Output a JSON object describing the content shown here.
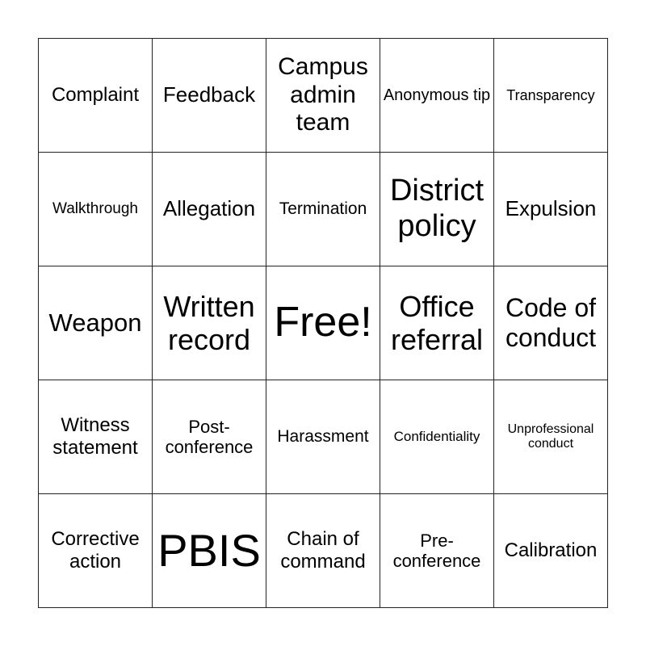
{
  "board": {
    "rows": 5,
    "cols": 5,
    "line_color": "#222222",
    "background": "#ffffff",
    "text_color": "#000000",
    "cells": [
      {
        "label": "Complaint",
        "size": 24
      },
      {
        "label": "Feedback",
        "size": 26
      },
      {
        "label": "Campus admin team",
        "size": 30
      },
      {
        "label": "Anonymous tip",
        "size": 20
      },
      {
        "label": "Transparency",
        "size": 18
      },
      {
        "label": "Walkthrough",
        "size": 19
      },
      {
        "label": "Allegation",
        "size": 26
      },
      {
        "label": "Termination",
        "size": 21
      },
      {
        "label": "District policy",
        "size": 38
      },
      {
        "label": "Expulsion",
        "size": 26
      },
      {
        "label": "Weapon",
        "size": 31
      },
      {
        "label": "Written record",
        "size": 36
      },
      {
        "label": "Free!",
        "size": 52
      },
      {
        "label": "Office referral",
        "size": 36
      },
      {
        "label": "Code of conduct",
        "size": 32
      },
      {
        "label": "Witness statement",
        "size": 24
      },
      {
        "label": "Post-conference",
        "size": 22
      },
      {
        "label": "Harassment",
        "size": 21
      },
      {
        "label": "Confidentiality",
        "size": 17
      },
      {
        "label": "Unprofessional conduct",
        "size": 16
      },
      {
        "label": "Corrective action",
        "size": 24
      },
      {
        "label": "PBIS",
        "size": 56
      },
      {
        "label": "Chain of command",
        "size": 24
      },
      {
        "label": "Pre-conference",
        "size": 22
      },
      {
        "label": "Calibration",
        "size": 24
      }
    ]
  }
}
